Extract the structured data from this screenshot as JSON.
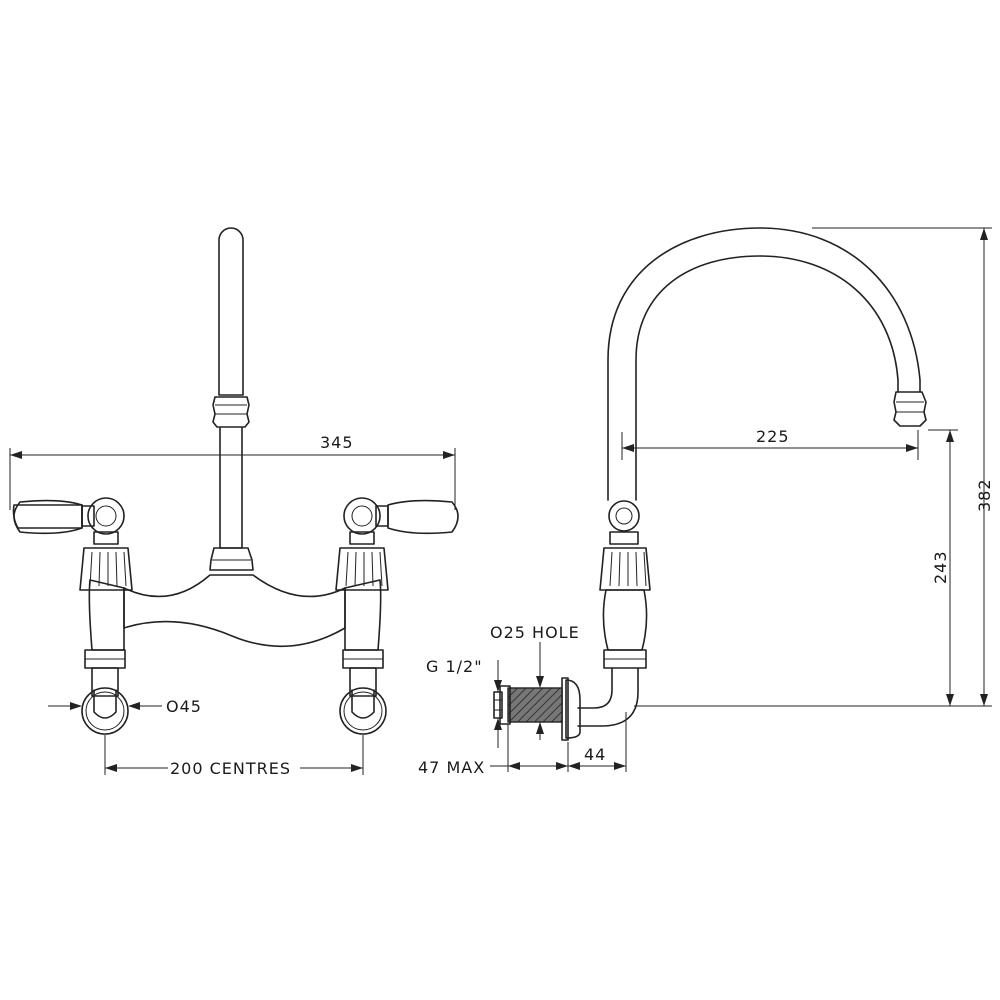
{
  "colors": {
    "line": "#222222",
    "background": "#ffffff",
    "thread": "#555555"
  },
  "dimensions": {
    "overall_width": "345",
    "centres": "200 CENTRES",
    "flange_diameter": "O45",
    "spout_reach": "225",
    "overall_height": "382",
    "spout_outlet_height": "243",
    "hole_diameter": "O25 HOLE",
    "thread": "G 1/2\"",
    "wall_max": "47 MAX",
    "projection": "44"
  }
}
